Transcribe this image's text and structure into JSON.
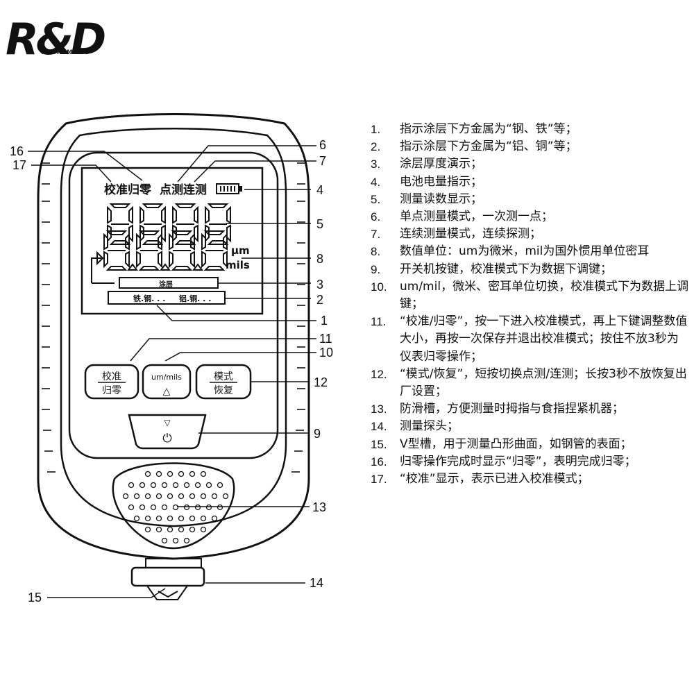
{
  "logo": {
    "mark": "R&D",
    "sub": "INSTRUMENTS"
  },
  "lcd": {
    "top_left": "校准归零",
    "top_right": "点测连测",
    "unit_um": "μm",
    "unit_mils": "mils",
    "coating_label": "涂层",
    "metal_fe": "铁.钢. . .",
    "metal_al": "铝.铜. . ."
  },
  "buttons": {
    "cal_top": "校准",
    "cal_bottom": "归零",
    "unit_top": "um/mils",
    "unit_symbol": "△",
    "mode_top": "模式",
    "mode_bottom": "恢复",
    "power_arrow": "▽",
    "power_symbol": "⏻"
  },
  "callouts": [
    "1",
    "2",
    "3",
    "4",
    "5",
    "6",
    "7",
    "8",
    "9",
    "10",
    "11",
    "12",
    "13",
    "14",
    "15",
    "16",
    "17"
  ],
  "legend": [
    {
      "num": "1.",
      "text": "指示涂层下方金属为“钢、铁”等；"
    },
    {
      "num": "2.",
      "text": "指示涂层下方金属为“铝、铜”等；"
    },
    {
      "num": "3.",
      "text": "涂层厚度演示；"
    },
    {
      "num": "4.",
      "text": "电池电量指示；"
    },
    {
      "num": "5.",
      "text": "测量读数显示；"
    },
    {
      "num": "6.",
      "text": "单点测量模式，一次测一点；"
    },
    {
      "num": "7.",
      "text": "连续测量模式，连续探测；"
    },
    {
      "num": "8.",
      "text": "数值单位：um为微米，mil为国外惯用单位密耳"
    },
    {
      "num": "9.",
      "text": "开关机按键，校准模式下为数据下调键；"
    },
    {
      "num": "10.",
      "text": "um/mil，微米、密耳单位切换，校准模式下为数据上调键；"
    },
    {
      "num": "11.",
      "text": "“校准/归零”，按一下进入校准模式，再上下键调整数值大小，再按一次保存并退出校准模式；按住不放3秒为仪表归零操作；"
    },
    {
      "num": "12.",
      "text": "“模式/恢复”，短按切换点测/连测；长按3秒不放恢复出厂设置；"
    },
    {
      "num": "13.",
      "text": "防滑槽，方便测量时拇指与食指捏紧机器；"
    },
    {
      "num": "14.",
      "text": "测量探头；"
    },
    {
      "num": "15.",
      "text": "V型槽，用于测量凸形曲面，如钢管的表面；"
    },
    {
      "num": "16.",
      "text": "归零操作完成时显示“归零”，表明完成归零；"
    },
    {
      "num": "17.",
      "text": "“校准”显示，表示已进入校准模式；"
    }
  ]
}
